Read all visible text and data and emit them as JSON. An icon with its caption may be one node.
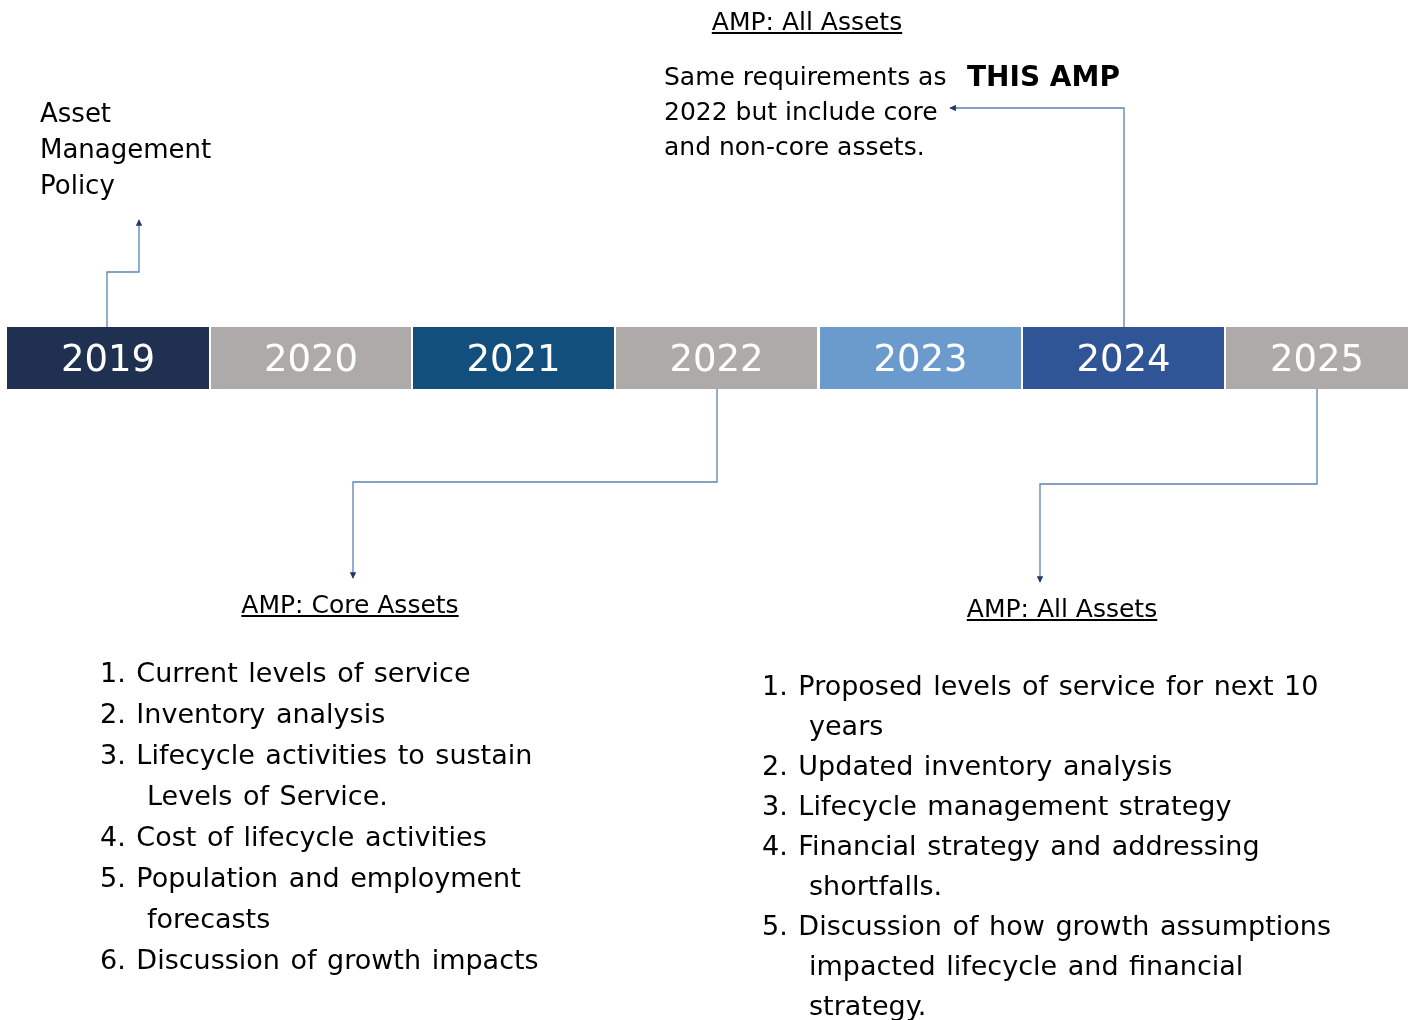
{
  "diagram": {
    "nodes": [
      {
        "text": [
          "2019"
        ]
      },
      {
        "text": [
          "2020"
        ]
      },
      {
        "text": [
          "2021"
        ]
      },
      {
        "text": [
          "2022"
        ]
      },
      {
        "text": [
          "2023"
        ]
      },
      {
        "text": [
          "2024"
        ]
      },
      {
        "text": [
          "2025"
        ]
      },
      {
        "text": [
          "Asset Management Policy"
        ]
      },
      {
        "text": [
          "AMP: All Assets",
          "Same requirements as 2022 but include core and non-core assets."
        ]
      },
      {
        "text": [
          "AMP: Core Assets",
          "1. Current levels of service",
          "2. Inventory analysis",
          "3. Lifecycle activities to sustain Levels of Service.",
          "4. Cost of lifecycle activities",
          "5. Population and employment forecasts",
          "6. Discussion of growth impacts"
        ]
      },
      {
        "text": [
          "AMP: All Assets",
          "1. Proposed levels of service for next 10 years",
          "2. Updated inventory analysis",
          "3. Lifecycle management strategy",
          "4. Financial strategy and addressing shortfalls.",
          "5. Discussion of how growth assumptions impacted lifecycle and financial strategy."
        ]
      }
    ],
    "edges": [
      {
        "from": 0,
        "to": 7,
        "arrow": "to"
      },
      {
        "from": 5,
        "to": 8,
        "arrow": "to"
      },
      {
        "from": 3,
        "to": 9,
        "arrow": "to"
      },
      {
        "from": 6,
        "to": 10,
        "arrow": "to"
      }
    ],
    "labels": [
      "THIS AMP"
    ]
  }
}
